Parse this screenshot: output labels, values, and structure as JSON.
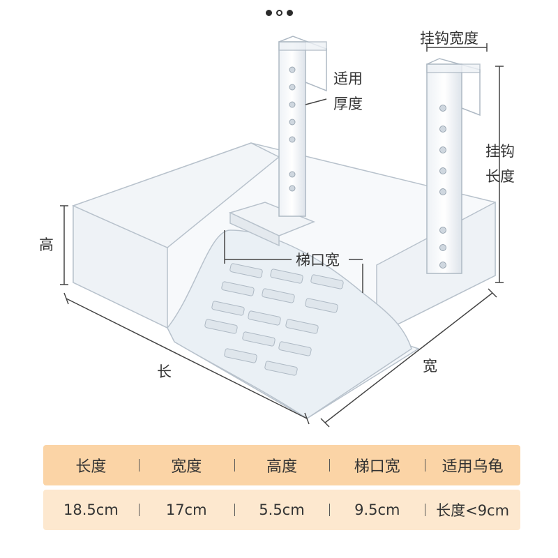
{
  "carousel": {
    "count": 3,
    "active_index": 1
  },
  "labels": {
    "hook_width": "挂钩宽度",
    "fit_thickness_line1": "适用",
    "fit_thickness_line2": "厚度",
    "hook_length_line1": "挂钩",
    "hook_length_line2": "长度",
    "height": "高",
    "ladder_width": "梯口宽",
    "length": "长",
    "width": "宽"
  },
  "spec_table": {
    "headers": [
      "长度",
      "宽度",
      "高度",
      "梯口宽",
      "适用乌龟"
    ],
    "values": [
      "18.5cm",
      "17cm",
      "5.5cm",
      "9.5cm",
      "长度<9cm"
    ]
  },
  "colors": {
    "header_bg": "#fbd4a6",
    "values_bg": "#fde8cf",
    "acrylic_edge": "#b8c2cc",
    "dimension_line": "#444444"
  }
}
